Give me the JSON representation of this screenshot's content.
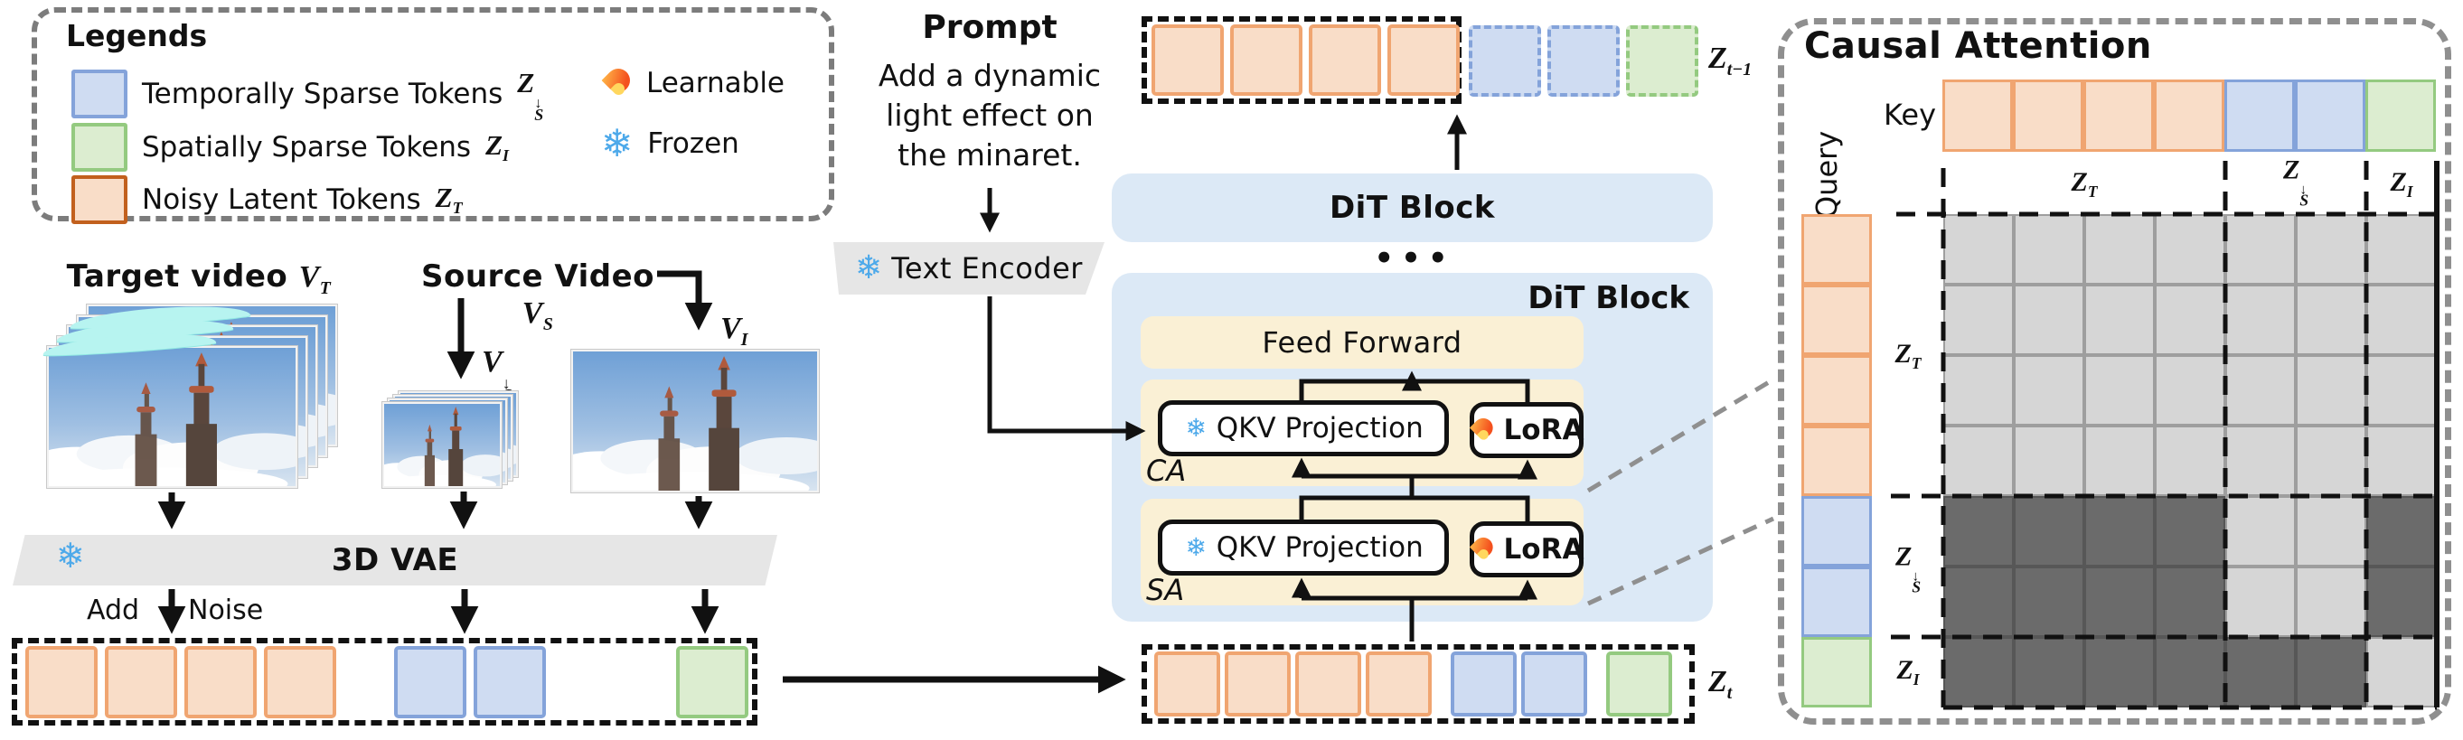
{
  "colors": {
    "noisy_latent_orange_fill": "#F9DDC8",
    "noisy_latent_orange_border": "#F0A571",
    "temporally_sparse_blue_fill": "#CFDCF2",
    "temporally_sparse_blue_border": "#84A3DA",
    "spatially_sparse_green_fill": "#DCEDD0",
    "spatially_sparse_green_border": "#94CA80",
    "dit_block_blue": "#DCE9F6",
    "module_yellow": "#FAF0D5",
    "encoder_gray": "#E6E6E6",
    "mask_attended_light": "#D6D6D6",
    "mask_blocked_dark": "#6B6B6B",
    "frozen_blue": "#4DA9EA"
  },
  "legend": {
    "title": "Legends",
    "items": [
      {
        "swatch": "blue",
        "label": "Temporally Sparse Tokens",
        "math": {
          "base": "Z",
          "sub": "S",
          "sup": "↓"
        }
      },
      {
        "swatch": "green",
        "label": "Spatially Sparse Tokens",
        "math": {
          "base": "Z",
          "sub": "I"
        }
      },
      {
        "swatch": "orange",
        "label": "Noisy Latent Tokens",
        "math": {
          "base": "Z",
          "sub": "T"
        }
      }
    ],
    "markers": [
      {
        "icon": "flame-icon",
        "label": "Learnable"
      },
      {
        "icon": "snowflake-icon",
        "label": "Frozen"
      }
    ]
  },
  "videos": {
    "target": {
      "label": "Target video",
      "math": {
        "base": "V",
        "sub": "T"
      },
      "frames": 5
    },
    "source": {
      "label": "Source Video",
      "math": {
        "base": "V",
        "sub": "S"
      }
    },
    "downsampled": {
      "math": {
        "base": "V",
        "sub": "S",
        "sup": "↓"
      },
      "frames": 4
    },
    "image_frame": {
      "math": {
        "base": "V",
        "sub": "I"
      },
      "frames": 1
    }
  },
  "vae": {
    "label": "3D VAE",
    "noise_before": "Add",
    "noise_after": "Noise",
    "frozen_icon": "snowflake-icon"
  },
  "prompt": {
    "title": "Prompt",
    "lines": [
      "Add a dynamic",
      "light effect on",
      "the minaret."
    ],
    "encoder_label": "Text Encoder",
    "encoder_icon": "snowflake-icon"
  },
  "dit": {
    "top_block_label": "DiT Block",
    "dots": "•••",
    "main_block_label": "DiT Block",
    "feed_forward": "Feed Forward",
    "qkv_label": "QKV Projection",
    "lora_label": "LoRA",
    "cross_attention_tag": "CA",
    "self_attention_tag": "SA"
  },
  "tokens": {
    "zt_minus_1": {
      "base": "Z",
      "sub": "t−1"
    },
    "zt": {
      "base": "Z",
      "sub": "t"
    },
    "left_row_cells": [
      "o",
      "o",
      "o",
      "o",
      "gm",
      "b",
      "b",
      "gl",
      "g"
    ],
    "zt_row_cells": [
      "o",
      "o",
      "o",
      "o",
      "gs",
      "b",
      "b",
      "gs",
      "g"
    ],
    "ztm1_solid_cells": [
      "o",
      "o",
      "o",
      "o"
    ],
    "ztm1_dashed_cells": [
      "bd",
      "bd",
      "gd"
    ]
  },
  "attention": {
    "title": "Causal Attention",
    "key_label": "Key",
    "query_label": "Query",
    "group_labels": {
      "zt": {
        "base": "Z",
        "sub": "T"
      },
      "zs": {
        "base": "Z",
        "sub": "S",
        "sup": "↓"
      },
      "zi": {
        "base": "Z",
        "sub": "I"
      }
    },
    "key_cells": [
      "o",
      "o",
      "o",
      "o",
      "b",
      "b",
      "g"
    ],
    "query_cells": [
      "o",
      "o",
      "o",
      "o",
      "b",
      "b",
      "g"
    ],
    "mask_rows": [
      "LLLLLLL",
      "LLLLLLL",
      "LLLLLLL",
      "LLLLLLL",
      "DDDDLLD",
      "DDDDLLD",
      "DDDDDDL"
    ],
    "mask_legend": {
      "L": "attended (light)",
      "D": "masked (dark)"
    }
  }
}
